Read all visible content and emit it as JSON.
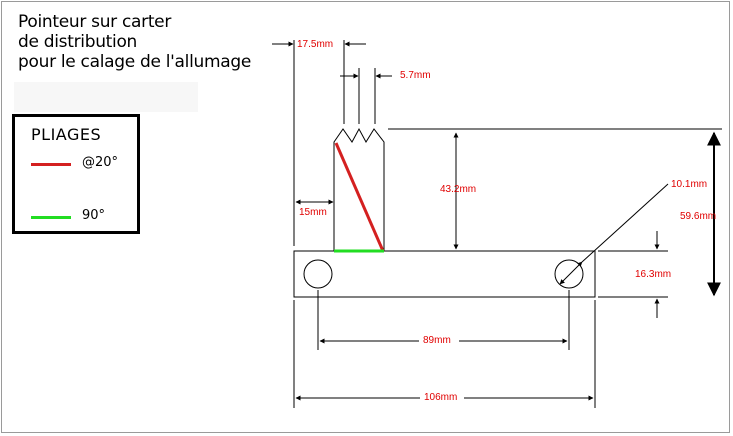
{
  "title": {
    "line1": "Pointeur sur carter",
    "line2": "de distribution",
    "line3": "pour le calage de l'allumage"
  },
  "legend": {
    "title": "PLIAGES",
    "items": [
      {
        "label": "@20°",
        "color": "#d42020"
      },
      {
        "label": "90°",
        "color": "#22dd22"
      }
    ]
  },
  "dimensions": {
    "d17_5": "17.5mm",
    "d5_7": "5.7mm",
    "d15": "15mm",
    "d43_2": "43.2mm",
    "d10_1": "10.1mm",
    "d59_6": "59.6mm",
    "d16_3": "16.3mm",
    "d89": "89mm",
    "d106": "106mm"
  },
  "colors": {
    "dimension_text": "#e00000",
    "bend_20": "#d42020",
    "bend_90": "#22dd22",
    "lines": "#000000"
  }
}
